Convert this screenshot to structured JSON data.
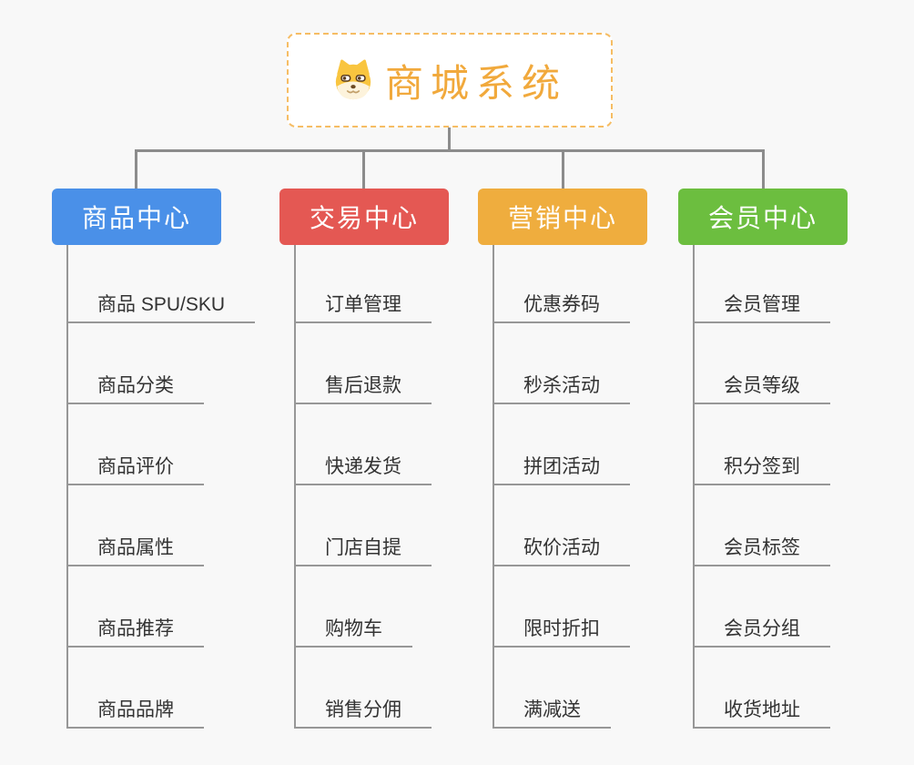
{
  "root": {
    "title": "商城系统",
    "icon": "doge-icon",
    "border_color": "#F6BD64",
    "text_color": "#F1A93C"
  },
  "connector_color": "#8C8C8C",
  "branches": [
    {
      "label": "商品中心",
      "color": "#4A90E8",
      "children": [
        "商品 SPU/SKU",
        "商品分类",
        "商品评价",
        "商品属性",
        "商品推荐",
        "商品品牌"
      ]
    },
    {
      "label": "交易中心",
      "color": "#E45853",
      "children": [
        "订单管理",
        "售后退款",
        "快递发货",
        "门店自提",
        "购物车",
        "销售分佣"
      ]
    },
    {
      "label": "营销中心",
      "color": "#EFAD3E",
      "children": [
        "优惠券码",
        "秒杀活动",
        "拼团活动",
        "砍价活动",
        "限时折扣",
        "满减送"
      ]
    },
    {
      "label": "会员中心",
      "color": "#6CBE3F",
      "children": [
        "会员管理",
        "会员等级",
        "积分签到",
        "会员标签",
        "会员分组",
        "收货地址"
      ]
    }
  ]
}
